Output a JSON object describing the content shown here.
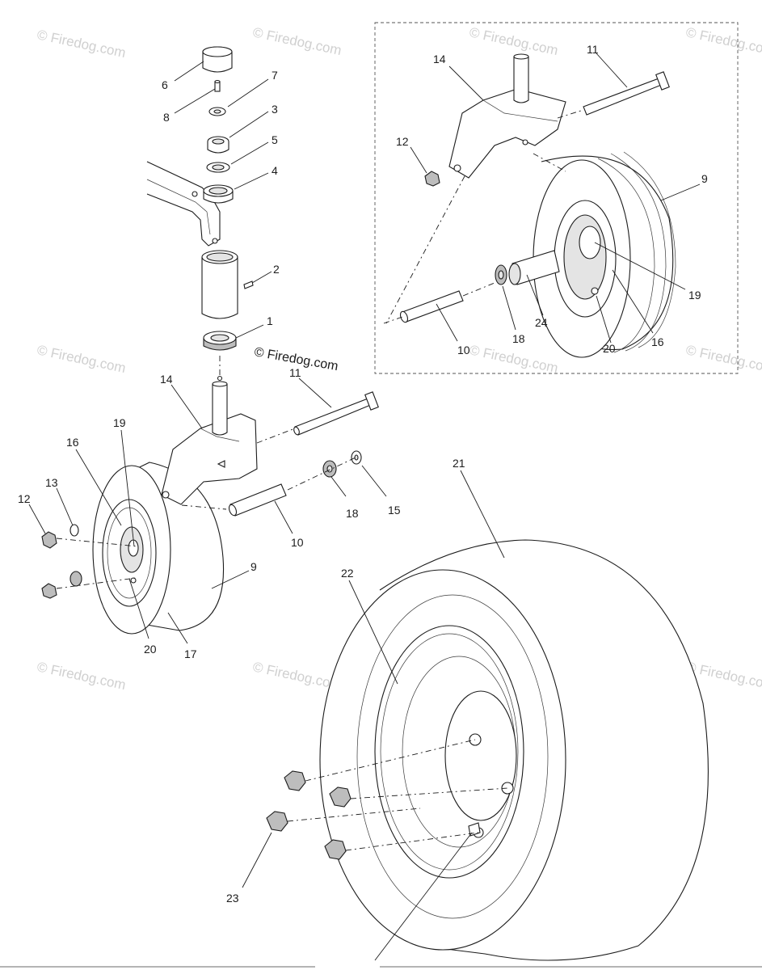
{
  "watermark": "© Firedog.com",
  "copyright": "© Firedog.com",
  "callouts": [
    {
      "id": "c6",
      "text": "6"
    },
    {
      "id": "c7",
      "text": "7"
    },
    {
      "id": "c8",
      "text": "8"
    },
    {
      "id": "c3",
      "text": "3"
    },
    {
      "id": "c5",
      "text": "5"
    },
    {
      "id": "c4",
      "text": "4"
    },
    {
      "id": "c2",
      "text": "2"
    },
    {
      "id": "c1",
      "text": "1"
    },
    {
      "id": "c14a",
      "text": "14"
    },
    {
      "id": "c11a",
      "text": "11"
    },
    {
      "id": "c19a",
      "text": "19"
    },
    {
      "id": "c16a",
      "text": "16"
    },
    {
      "id": "c13",
      "text": "13"
    },
    {
      "id": "c12a",
      "text": "12"
    },
    {
      "id": "c18a",
      "text": "18"
    },
    {
      "id": "c15",
      "text": "15"
    },
    {
      "id": "c10a",
      "text": "10"
    },
    {
      "id": "c9a",
      "text": "9"
    },
    {
      "id": "c20a",
      "text": "20"
    },
    {
      "id": "c17",
      "text": "17"
    },
    {
      "id": "c21",
      "text": "21"
    },
    {
      "id": "c22",
      "text": "22"
    },
    {
      "id": "c23",
      "text": "23"
    },
    {
      "id": "c14b",
      "text": "14"
    },
    {
      "id": "c11b",
      "text": "11"
    },
    {
      "id": "c12b",
      "text": "12"
    },
    {
      "id": "c9b",
      "text": "9"
    },
    {
      "id": "c19b",
      "text": "19"
    },
    {
      "id": "c24",
      "text": "24"
    },
    {
      "id": "c18b",
      "text": "18"
    },
    {
      "id": "c10b",
      "text": "10"
    },
    {
      "id": "c20b",
      "text": "20"
    },
    {
      "id": "c16b",
      "text": "16"
    }
  ]
}
